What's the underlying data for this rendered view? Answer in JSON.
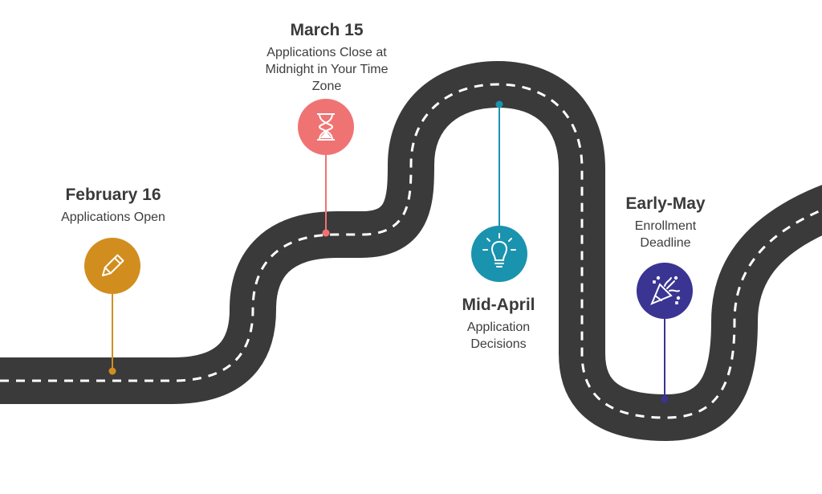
{
  "milestones": [
    {
      "date": "February 16",
      "description": "Applications Open",
      "color": "#D18E1F",
      "icon": "pencil-icon"
    },
    {
      "date": "March 15",
      "description": "Applications Close at Midnight in Your Time Zone",
      "color": "#F07373",
      "icon": "hourglass-icon"
    },
    {
      "date": "Mid-April",
      "description": "Application Decisions",
      "color": "#1A93AF",
      "icon": "lightbulb-icon"
    },
    {
      "date": "Early-May",
      "description": "Enrollment Deadline",
      "color": "#3A3492",
      "icon": "party-popper-icon"
    }
  ],
  "colors": {
    "road": "#3a3a3a",
    "road_dash": "#ffffff"
  }
}
